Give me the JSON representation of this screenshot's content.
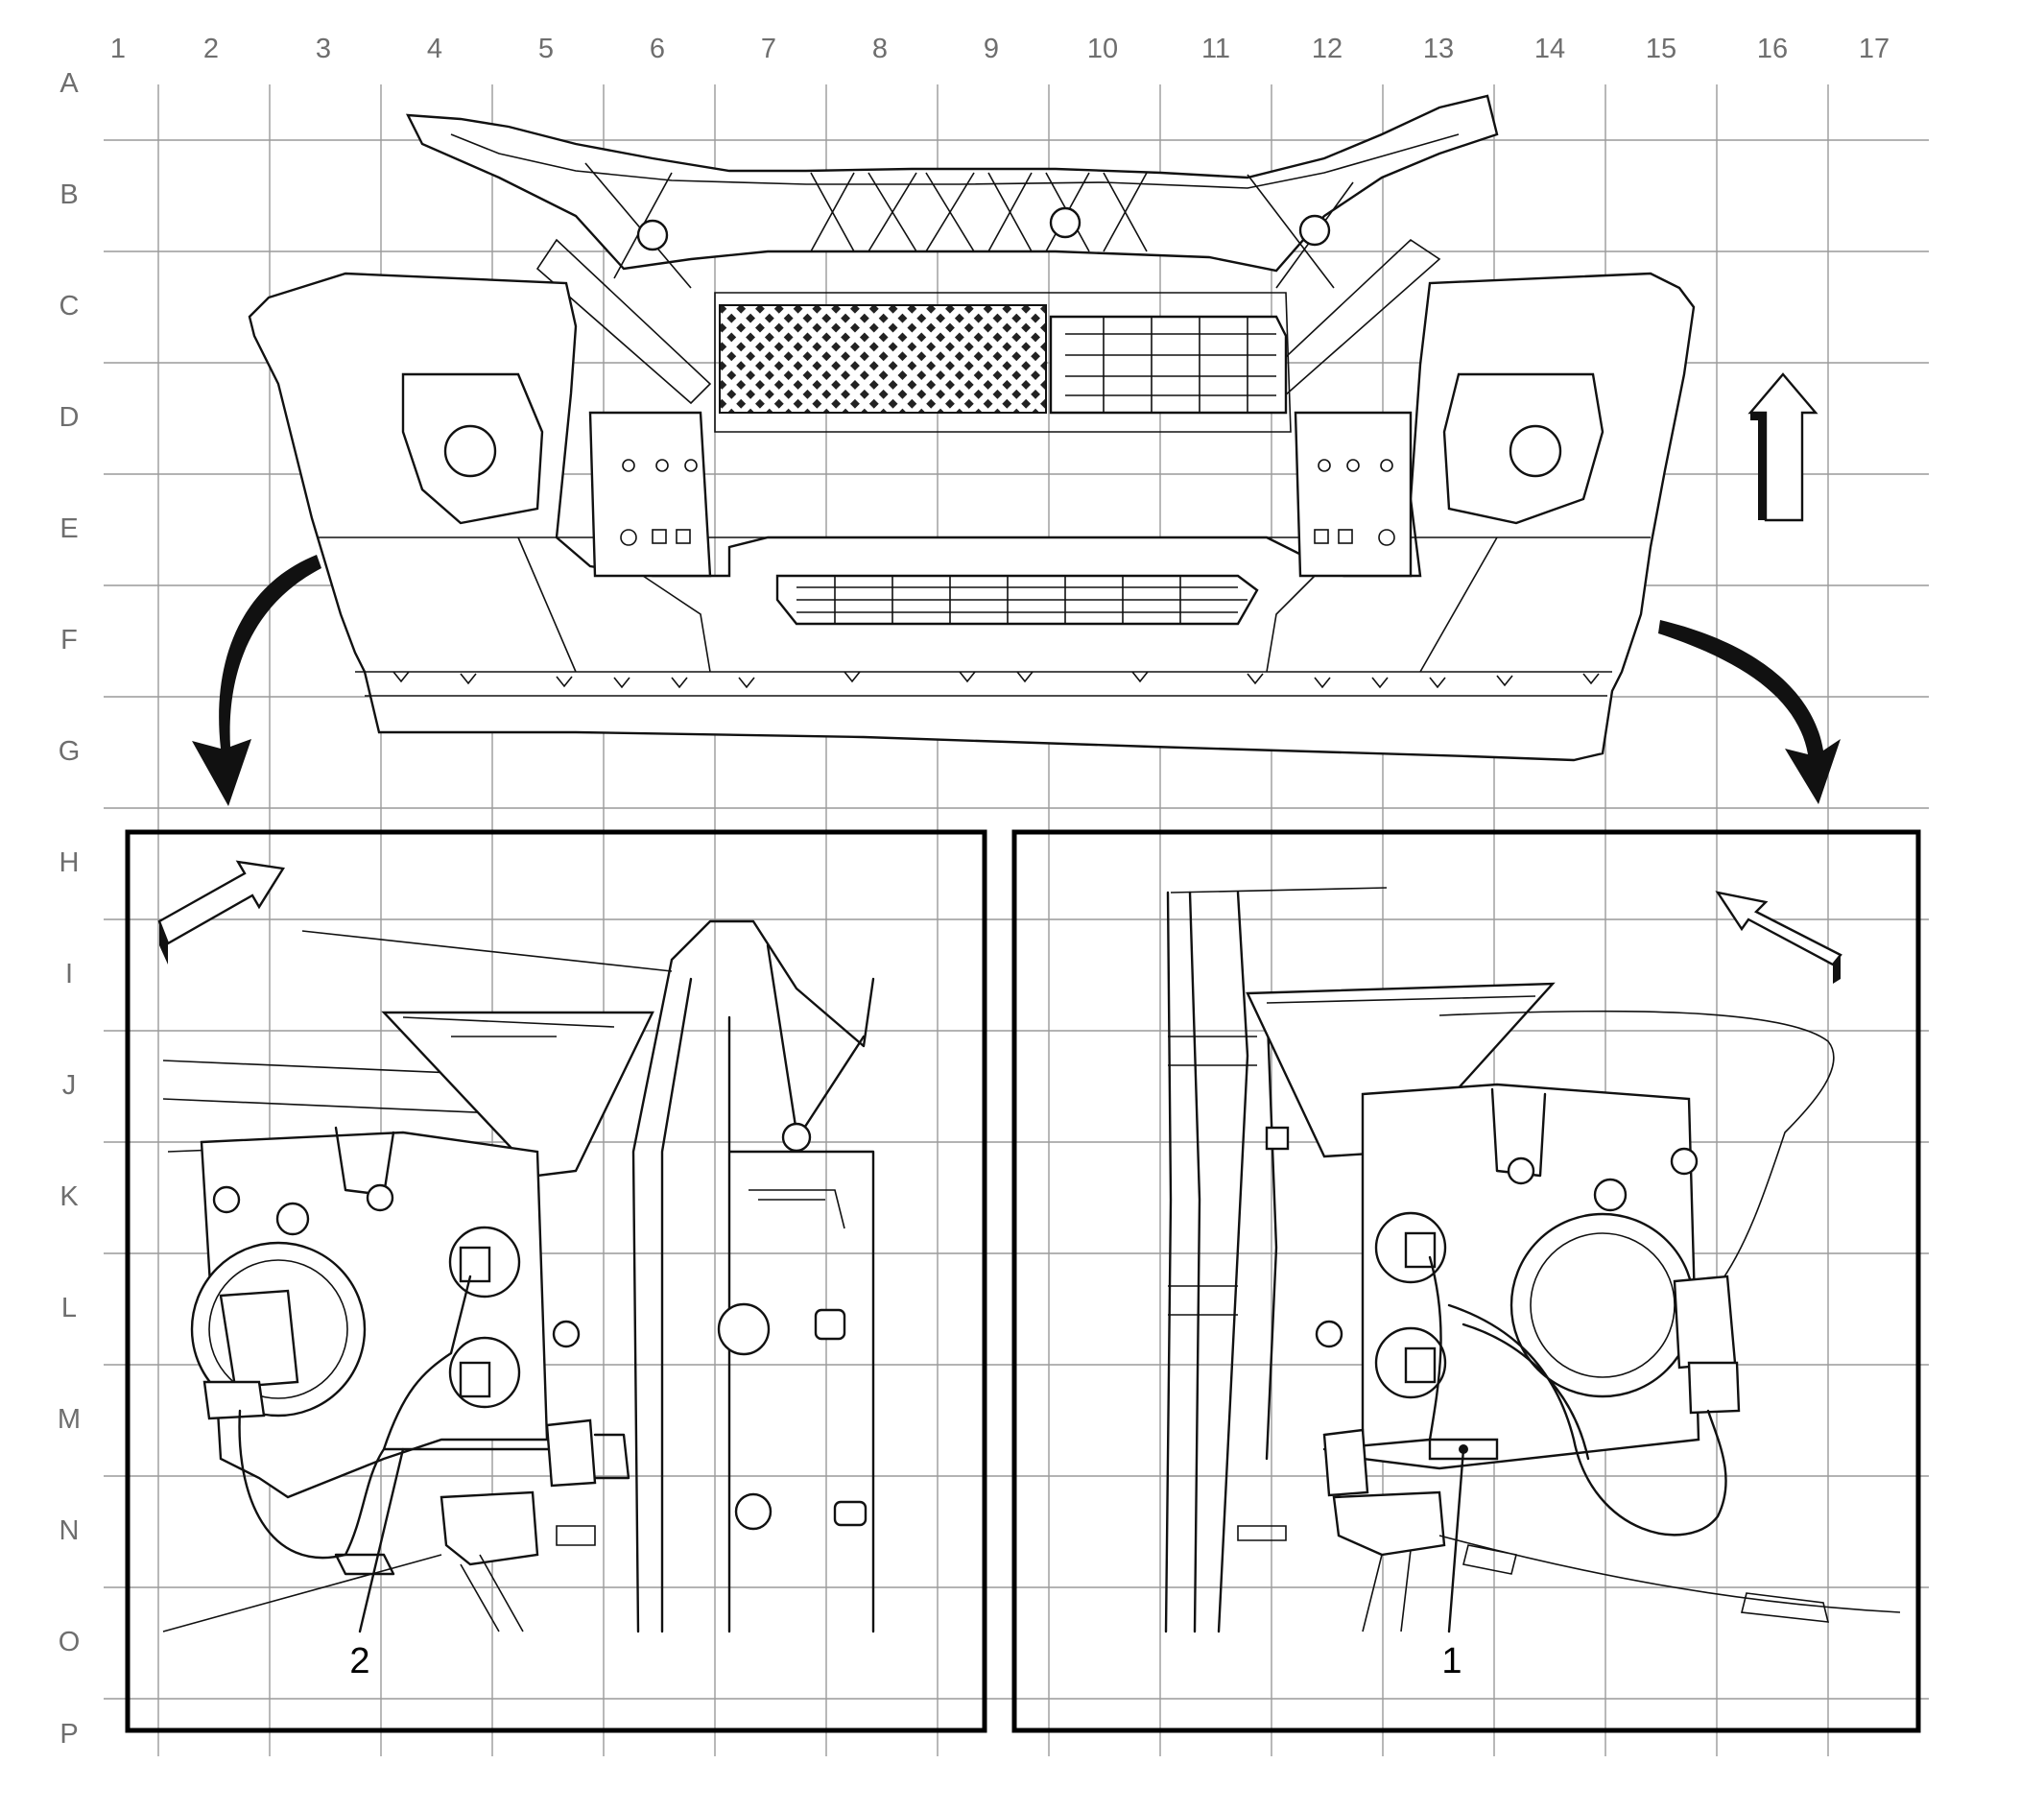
{
  "grid": {
    "columns": [
      "1",
      "2",
      "3",
      "4",
      "5",
      "6",
      "7",
      "8",
      "9",
      "10",
      "11",
      "12",
      "13",
      "14",
      "15",
      "16",
      "17"
    ],
    "rows": [
      "A",
      "B",
      "C",
      "D",
      "E",
      "F",
      "G",
      "H",
      "I",
      "J",
      "K",
      "L",
      "M",
      "N",
      "O",
      "P"
    ]
  },
  "callouts": {
    "left_detail": "2",
    "right_detail": "1"
  },
  "icons": {
    "forward_arrow": "up-arrow-icon",
    "detail_arrows": "curved-arrow-icon",
    "view_direction": "direction-arrow-icon"
  }
}
